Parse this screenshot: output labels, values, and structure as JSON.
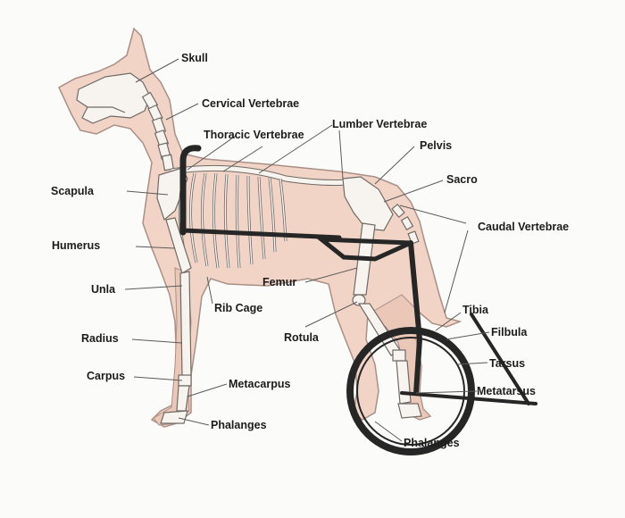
{
  "labels": {
    "skull": "Skull",
    "cervical": "Cervical Vertebrae",
    "thoracic": "Thoracic Vertebrae",
    "lumber": "Lumber Vertebrae",
    "pelvis": "Pelvis",
    "sacro": "Sacro",
    "caudal": "Caudal Vertebrae",
    "scapula": "Scapula",
    "humerus": "Humerus",
    "unla": "Unla",
    "ribcage": "Rib Cage",
    "femur": "Femur",
    "rotula": "Rotula",
    "tibia": "Tibia",
    "filbula": "Filbula",
    "tarsus": "Tarsus",
    "metatarsus": "Metatarsus",
    "radius": "Radius",
    "carpus": "Carpus",
    "metacarpus": "Metacarpus",
    "phalanges_front": "Phalanges",
    "phalanges_rear": "Phalanges"
  },
  "colors": {
    "body_fill": "#f2d4c6",
    "body_outline": "#a98f86",
    "bone_fill": "#f7f3ee",
    "bone_line": "#6f6a66",
    "leader_line": "#5a5a5a",
    "wheelchair": "#262626",
    "label_text": "#1c1c1c"
  },
  "icons": {
    "body": "dog-silhouette-icon",
    "skeleton": "dog-skeleton-icon",
    "wheelchair": "dog-wheelchair-icon"
  }
}
